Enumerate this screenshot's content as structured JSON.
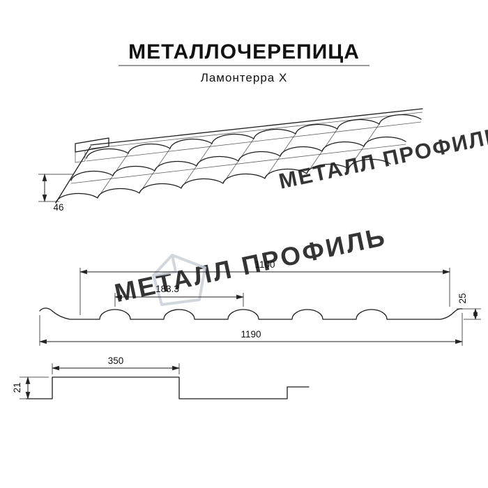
{
  "page": {
    "title": "МЕТАЛЛОЧЕРЕПИЦА",
    "subtitle": "Ламонтерра X"
  },
  "watermark": {
    "text": "МЕТАЛЛ ПРОФИЛЬ",
    "color": "#cbd1d8"
  },
  "dimensions": {
    "eave_step_height": "46",
    "cover_width": "1100",
    "wave_pitch": "183.3",
    "profile_height": "25",
    "overall_width": "1190",
    "module_length": "350",
    "fold_height": "21"
  }
}
